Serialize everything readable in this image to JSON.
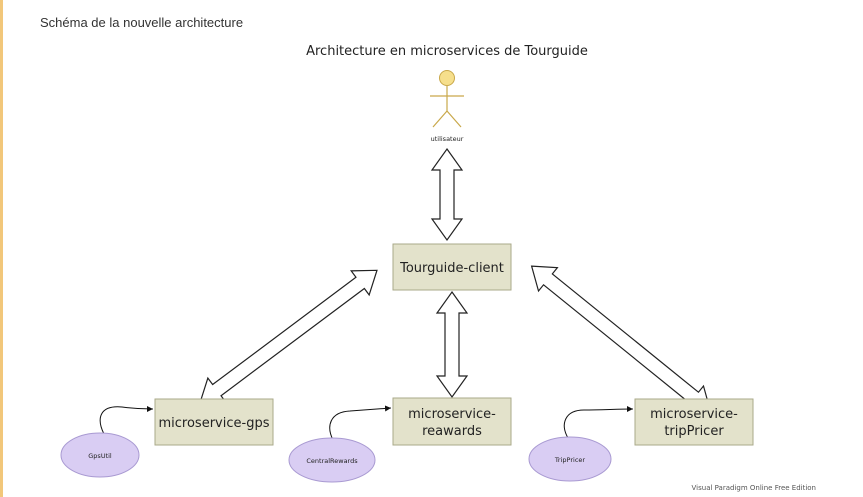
{
  "page": {
    "section_title": "Schéma de la nouvelle architecture"
  },
  "diagram": {
    "title": "Architecture en microservices de Tourguide",
    "actor": {
      "label": "utilisateur"
    },
    "client": {
      "label": "Tourguide-client"
    },
    "services": {
      "gps": {
        "label": "microservice-gps"
      },
      "rewards": {
        "line1": "microservice-",
        "line2": "reawards"
      },
      "trippricer": {
        "line1": "microservice-",
        "line2": "tripPricer"
      }
    },
    "libraries": {
      "gpsutil": "GpsUtil",
      "centralrewards": "CentralRewards",
      "trippricer": "TripPricer"
    },
    "footer": "Visual Paradigm Online Free Edition"
  },
  "colors": {
    "box_fill": "#e3e2cb",
    "box_stroke": "#a9a98a",
    "ellipse_fill": "#d9cdf3",
    "ellipse_stroke": "#a99ad2",
    "actor_fill": "#f6df8c",
    "actor_stroke": "#c9a84a",
    "accent": "#f2c77a"
  }
}
